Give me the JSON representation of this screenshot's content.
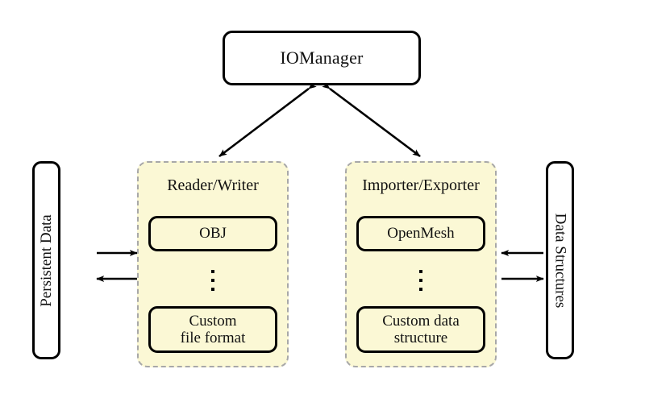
{
  "diagram": {
    "title_node": {
      "label": "IOManager"
    },
    "left_store": {
      "label": "Persistent Data"
    },
    "right_store": {
      "label": "Data Structures"
    },
    "panels": [
      {
        "title": "Reader/Writer",
        "top_item": "OBJ",
        "ellipsis": "⋮",
        "bottom_item_line1": "Custom",
        "bottom_item_line2": "file format"
      },
      {
        "title": "Importer/Exporter",
        "top_item": "OpenMesh",
        "ellipsis": "⋮",
        "bottom_item_line1": "Custom data",
        "bottom_item_line2": "structure"
      }
    ],
    "colors": {
      "panel_fill": "#fbf8d5",
      "panel_border": "#a8a8a8",
      "node_border": "#000000",
      "background": "#ffffff",
      "text": "#111111"
    }
  }
}
